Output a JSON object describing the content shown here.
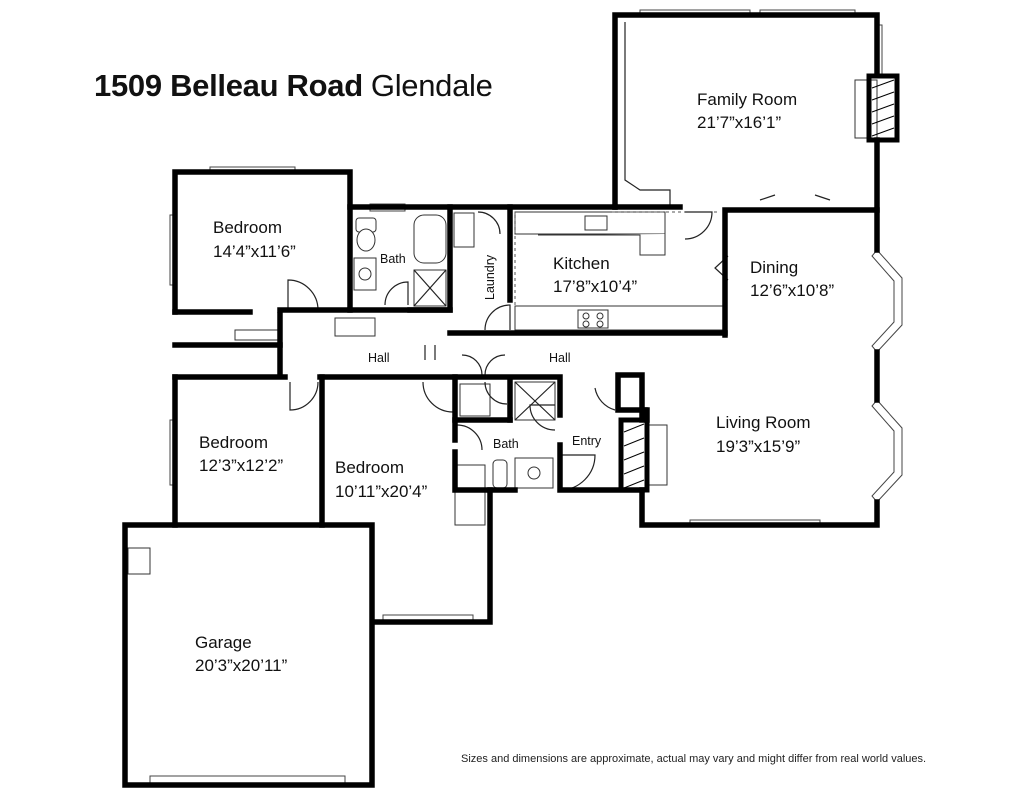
{
  "title": {
    "street": "1509 Belleau Road",
    "city": "Glendale"
  },
  "rooms": [
    {
      "id": "family-room",
      "name": "Family Room",
      "size": "21’7”x16’1”"
    },
    {
      "id": "bedroom-1",
      "name": "Bedroom",
      "size": "14’4”x11’6”"
    },
    {
      "id": "bath-1",
      "name": "Bath",
      "size": ""
    },
    {
      "id": "laundry",
      "name": "Laundry",
      "size": ""
    },
    {
      "id": "kitchen",
      "name": "Kitchen",
      "size": "17’8”x10’4”"
    },
    {
      "id": "dining",
      "name": "Dining",
      "size": "12’6”x10’8”"
    },
    {
      "id": "hall-1",
      "name": "Hall",
      "size": ""
    },
    {
      "id": "hall-2",
      "name": "Hall",
      "size": ""
    },
    {
      "id": "bedroom-2",
      "name": "Bedroom",
      "size": "12’3”x12’2”"
    },
    {
      "id": "bedroom-3",
      "name": "Bedroom",
      "size": "10’11”x20’4”"
    },
    {
      "id": "bath-2",
      "name": "Bath",
      "size": ""
    },
    {
      "id": "entry",
      "name": "Entry",
      "size": ""
    },
    {
      "id": "living-room",
      "name": "Living Room",
      "size": "19’3”x15’9”"
    },
    {
      "id": "garage",
      "name": "Garage",
      "size": "20’3”x20’11”"
    }
  ],
  "disclaimer": "Sizes and dimensions are approximate, actual may vary and might differ from real world values."
}
